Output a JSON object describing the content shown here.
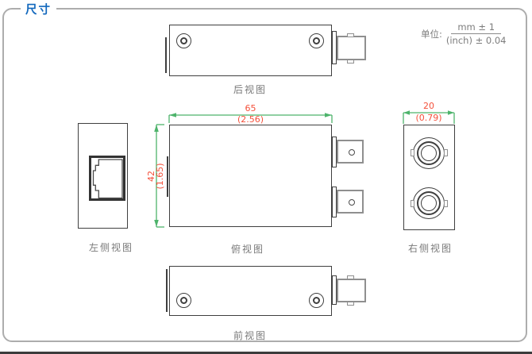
{
  "title": "尺寸",
  "units": {
    "label": "单位:",
    "mm_tolerance": "mm ± 1",
    "inch_tolerance": "(inch) ± 0.04"
  },
  "views": {
    "rear": "后视图",
    "left_side": "左侧视图",
    "top": "俯视图",
    "right_side": "右侧视图",
    "front": "前视图"
  },
  "dimensions": {
    "length_mm": "65",
    "length_inch": "(2.56)",
    "width_mm": "42",
    "width_inch": "(1.65)",
    "depth_mm": "20",
    "depth_inch": "(0.79)"
  },
  "colors": {
    "accent_blue": "#1268bd",
    "dimension_text_red": "#f4503a",
    "dimension_line_green": "#4db36b",
    "outline_dark": "#3f3f3f",
    "outline_gray": "#8f8f8f",
    "label_gray": "#7a7a7a",
    "panel_border_gray": "#adadad"
  }
}
